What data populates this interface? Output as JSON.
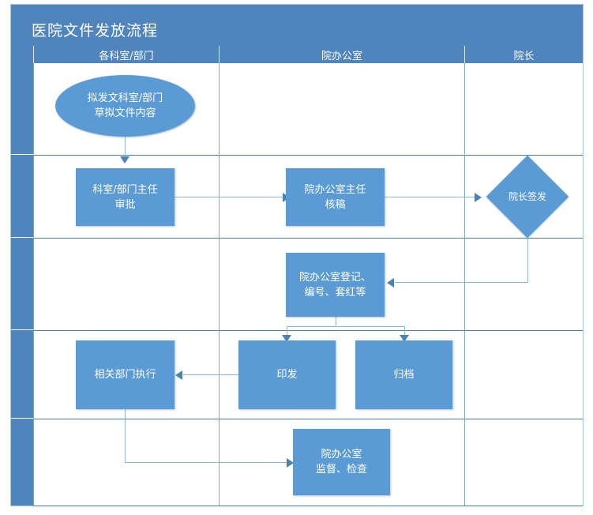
{
  "diagram": {
    "title": "医院文件发放流程",
    "type": "swimlane-flowchart",
    "accent_color": "#5b9bd5",
    "header_color": "#4f84bd",
    "connector_color": "#8eb6da",
    "columns": [
      {
        "id": "dept",
        "label": "各科室/部门"
      },
      {
        "id": "office",
        "label": "院办公室"
      },
      {
        "id": "dean",
        "label": "院长"
      }
    ],
    "nodes": [
      {
        "id": "n1",
        "shape": "ellipse",
        "column": "dept",
        "row": 1,
        "label": "拟发文科室/部门\n草拟文件内容"
      },
      {
        "id": "n2",
        "shape": "rectangle",
        "column": "dept",
        "row": 2,
        "label": "科室/部门主任\n审批"
      },
      {
        "id": "n3",
        "shape": "rectangle",
        "column": "office",
        "row": 2,
        "label": "院办公室主任\n核稿"
      },
      {
        "id": "n4",
        "shape": "diamond",
        "column": "dean",
        "row": 2,
        "label": "院长签发"
      },
      {
        "id": "n5",
        "shape": "rectangle",
        "column": "office",
        "row": 3,
        "label": "院办公室登记、\n编号、套红等"
      },
      {
        "id": "n6",
        "shape": "rectangle",
        "column": "dept",
        "row": 4,
        "label": "相关部门执行"
      },
      {
        "id": "n7",
        "shape": "rectangle",
        "column": "office",
        "row": 4,
        "label": "印发"
      },
      {
        "id": "n8",
        "shape": "rectangle",
        "column": "office",
        "row": 4,
        "label": "归档"
      },
      {
        "id": "n9",
        "shape": "rectangle",
        "column": "office",
        "row": 5,
        "label": "院办公室\n监督、检查"
      }
    ],
    "edges": [
      {
        "from": "n1",
        "to": "n2"
      },
      {
        "from": "n2",
        "to": "n3"
      },
      {
        "from": "n3",
        "to": "n4"
      },
      {
        "from": "n4",
        "to": "n5"
      },
      {
        "from": "n5",
        "to": "n7"
      },
      {
        "from": "n5",
        "to": "n8"
      },
      {
        "from": "n7",
        "to": "n6"
      },
      {
        "from": "n6",
        "to": "n9"
      }
    ],
    "node_labels": {
      "n1_line1": "拟发文科室/部门",
      "n1_line2": "草拟文件内容",
      "n2_line1": "科室/部门主任",
      "n2_line2": "审批",
      "n3_line1": "院办公室主任",
      "n3_line2": "核稿",
      "n4_line1": "院长签发",
      "n5_line1": "院办公室登记、",
      "n5_line2": "编号、套红等",
      "n6_line1": "相关部门执行",
      "n7_line1": "印发",
      "n8_line1": "归档",
      "n9_line1": "院办公室",
      "n9_line2": "监督、检查"
    }
  }
}
